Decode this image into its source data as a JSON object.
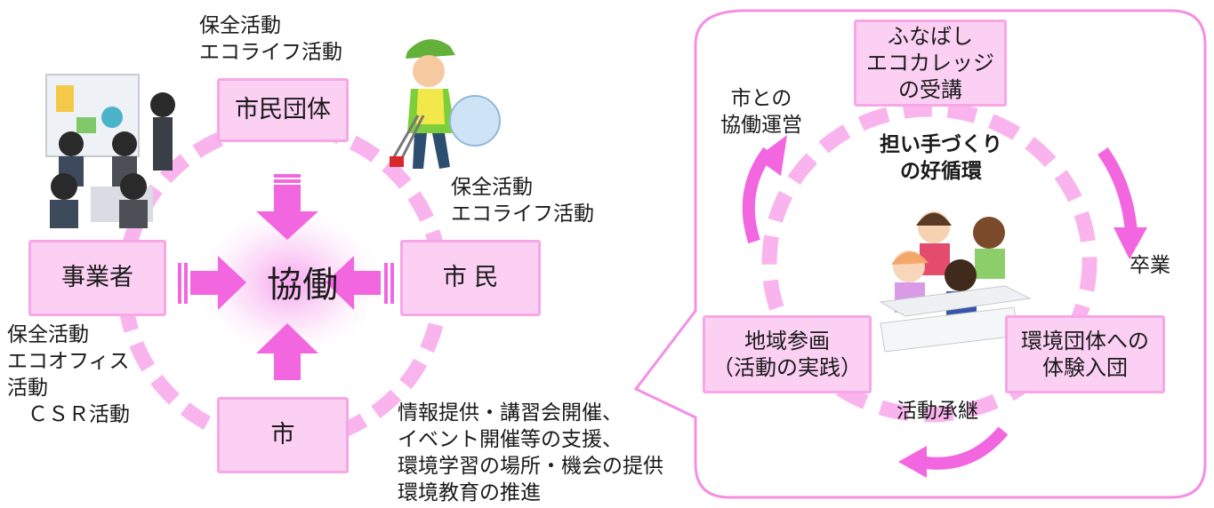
{
  "left": {
    "center_label": "協働",
    "nodes": {
      "citizen_group": "市民団体",
      "business": "事業者",
      "citizen": "市 民",
      "city": "市"
    },
    "notes": {
      "citizen_group": "保全活動\nエコライフ活動",
      "citizen": "保全活動\nエコライフ活動",
      "business": "保全活動\nエコオフィス\n活動\n　ＣＳＲ活動",
      "city": "情報提供・講習会開催、\nイベント開催等の支援、\n環境学習の場所・機会の提供\n環境教育の推進"
    }
  },
  "right": {
    "title": "担い手づくり\nの好循環",
    "nodes": {
      "course": "ふなばし\nエコカレッジ\nの受講",
      "region": "地域参画\n（活動の実践）",
      "env_group": "環境団体への\n体験入団"
    },
    "labels": {
      "co_operation": "市との\n協働運営",
      "graduate": "卒業",
      "succession": "活動承継"
    }
  },
  "colors": {
    "box_fill": "#fbd0f3",
    "box_border": "#f7a6e8",
    "ring": "#f9b4ee",
    "arrow": "#f266e0",
    "callout_border": "#f48fe3"
  },
  "icons": [
    "meeting-illustration",
    "volunteer-cleanup-illustration",
    "students-illustration"
  ]
}
